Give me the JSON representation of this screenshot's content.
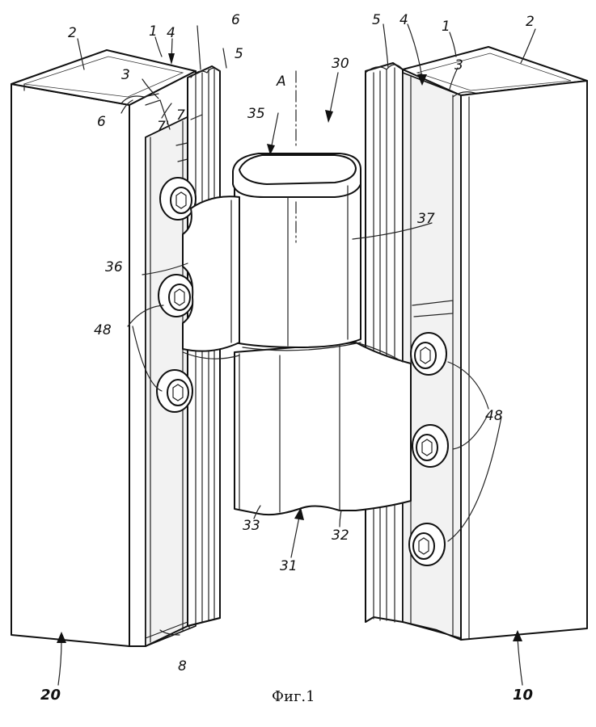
{
  "figure": {
    "caption": "Фиг.1",
    "labels": {
      "l1_left": "1",
      "l2_left": "2",
      "l3_left": "3",
      "l4_left": "4",
      "l6_left_top": "6",
      "l5_left": "5",
      "l6_left": "6",
      "l7p": "7'",
      "l7": "7",
      "l1_right": "1",
      "l2_right": "2",
      "l3_right": "3",
      "l4_right": "4",
      "l5_right": "5",
      "axis_A": "A",
      "l30": "30",
      "l35": "35",
      "l36": "36",
      "l37": "37",
      "l48_left": "48",
      "l48_right": "48",
      "l33": "33",
      "l31": "31",
      "l32": "32",
      "l8": "8",
      "l20": "20",
      "l10": "10"
    }
  }
}
